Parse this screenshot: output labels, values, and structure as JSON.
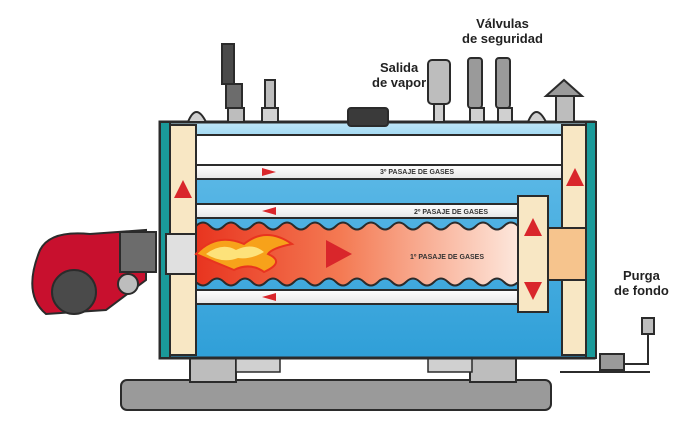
{
  "labels": {
    "valvulas": [
      "Válvulas",
      "de seguridad"
    ],
    "salida": [
      "Salida",
      "de vapor"
    ],
    "purga": [
      "Purga",
      "de fondo"
    ]
  },
  "passes": {
    "third": "3º PASAJE DE GASES",
    "second": "2º PASAJE DE GASES",
    "first": "1º PASAJE DE GASES"
  },
  "colors": {
    "shell_outline": "#2b2b2b",
    "water": "#3aa6dd",
    "water_light": "#bfe6f7",
    "end_chamber": "#f8e7c4",
    "refractory": "#f6c48d",
    "flame_hot": "#e53a26",
    "arrow_red": "#d9262b",
    "burner_red": "#c8102e",
    "teal_panel": "#1a9a9a",
    "base_gray": "#9a9a9a",
    "fittings_gray": "#6c6c6c"
  },
  "icons": [
    "burner-icon",
    "safety-valve-icon",
    "steam-outlet-valve-icon",
    "pressure-gauge-icon",
    "chimney-icon",
    "blowdown-valve-icon"
  ]
}
